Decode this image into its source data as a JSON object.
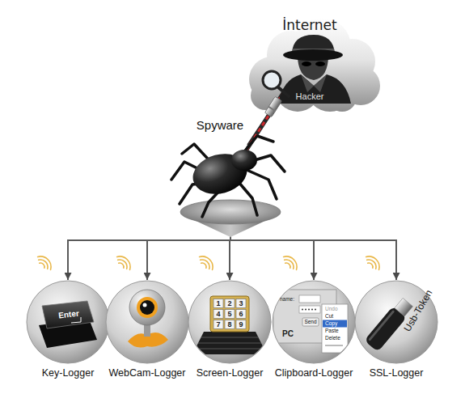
{
  "diagram": {
    "nodes": [
      {
        "text": [
          "İnternet",
          "Hacker"
        ]
      },
      {
        "text": [
          "Spyware"
        ]
      },
      {
        "text": [
          "Key-Logger"
        ]
      },
      {
        "text": [
          "WebCam-Logger"
        ]
      },
      {
        "text": [
          "Screen-Logger"
        ]
      },
      {
        "text": [
          "Clipboard-Logger"
        ]
      },
      {
        "text": [
          "SSL-Logger"
        ]
      }
    ],
    "edges": [
      {
        "from": 1,
        "to": 0,
        "arrow": "none"
      },
      {
        "from": 1,
        "to": 2,
        "arrow": "to"
      },
      {
        "from": 1,
        "to": 3,
        "arrow": "to"
      },
      {
        "from": 1,
        "to": 4,
        "arrow": "to"
      },
      {
        "from": 1,
        "to": 5,
        "arrow": "to"
      },
      {
        "from": 1,
        "to": 6,
        "arrow": "to"
      }
    ],
    "labels": [
      "Enter",
      "1",
      "2",
      "3",
      "4",
      "5",
      "6",
      "7",
      "8",
      "9",
      "name:",
      "Send",
      "Undo",
      "Cut",
      "Copy",
      "Paste",
      "Delete",
      "PC",
      "Usb-Token"
    ]
  }
}
